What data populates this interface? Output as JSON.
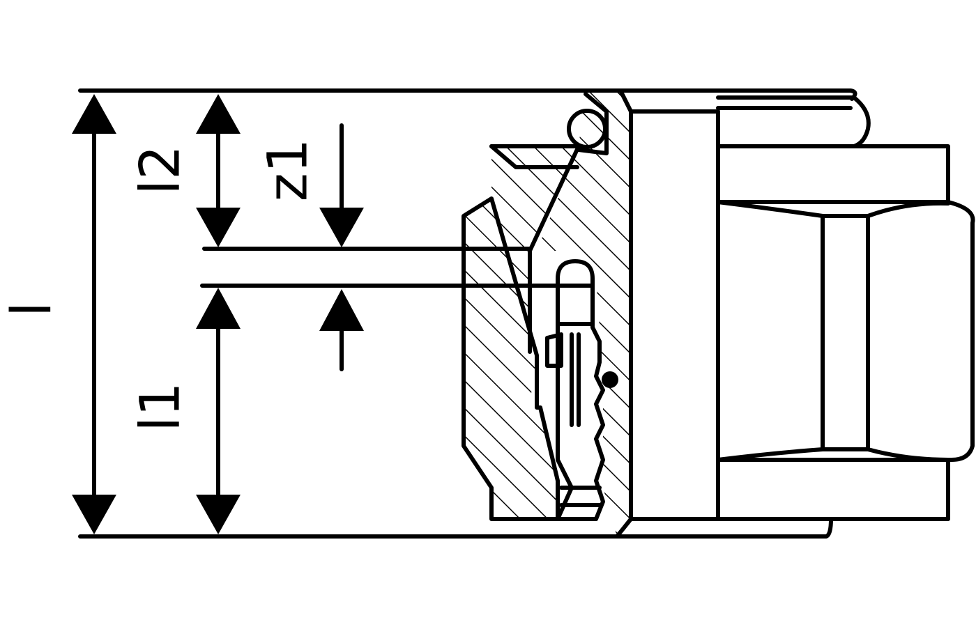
{
  "drawing": {
    "dimensions": {
      "overall_length": "l",
      "upper_length": "l2",
      "insertion_offset": "z1",
      "lower_length": "l1"
    },
    "colors": {
      "stroke": "#000000",
      "background": "#ffffff"
    }
  }
}
